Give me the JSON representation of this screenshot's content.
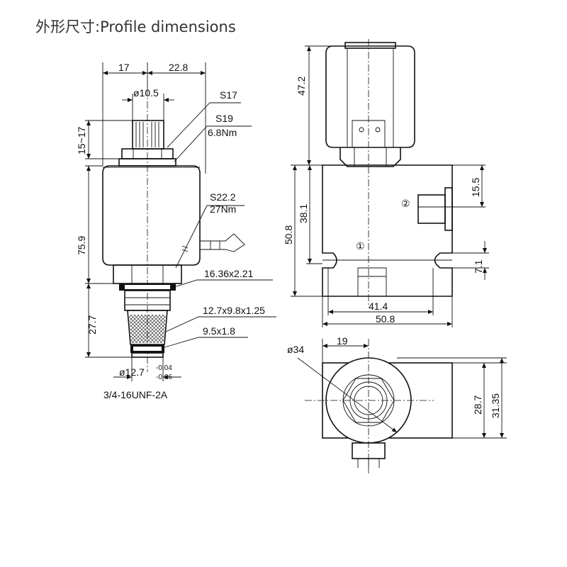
{
  "title": "外形尺寸:Profile dimensions",
  "left_view": {
    "width_left": "17",
    "width_right": "22.8",
    "stem_diameter": "ø10.5",
    "s17": "S17",
    "s19": "S19",
    "torque_1": "6.8Nm",
    "stem_length": "15~17",
    "s22": "S22.2",
    "torque_2": "27Nm",
    "body_height": "75.9",
    "oring_1": "16.36x2.21",
    "cartridge_height": "27.7",
    "screen": "12.7x9.8x1.25",
    "oring_2": "9.5x1.8",
    "tip_diameter": "ø12.7",
    "tol_upper": "-0.04",
    "tol_lower": "-0.06",
    "thread": "3/4-16UNF-2A"
  },
  "front_view": {
    "coil_height": "47.2",
    "port_offset": "15.5",
    "port_2": "②",
    "block_height": "50.8",
    "center_height": "38.1",
    "port_1": "①",
    "slot": "7.1",
    "inner_width": "41.4",
    "block_width": "50.8"
  },
  "top_view": {
    "coil_diameter": "ø34",
    "offset": "19",
    "depth_1": "28.7",
    "depth_2": "31.35"
  }
}
